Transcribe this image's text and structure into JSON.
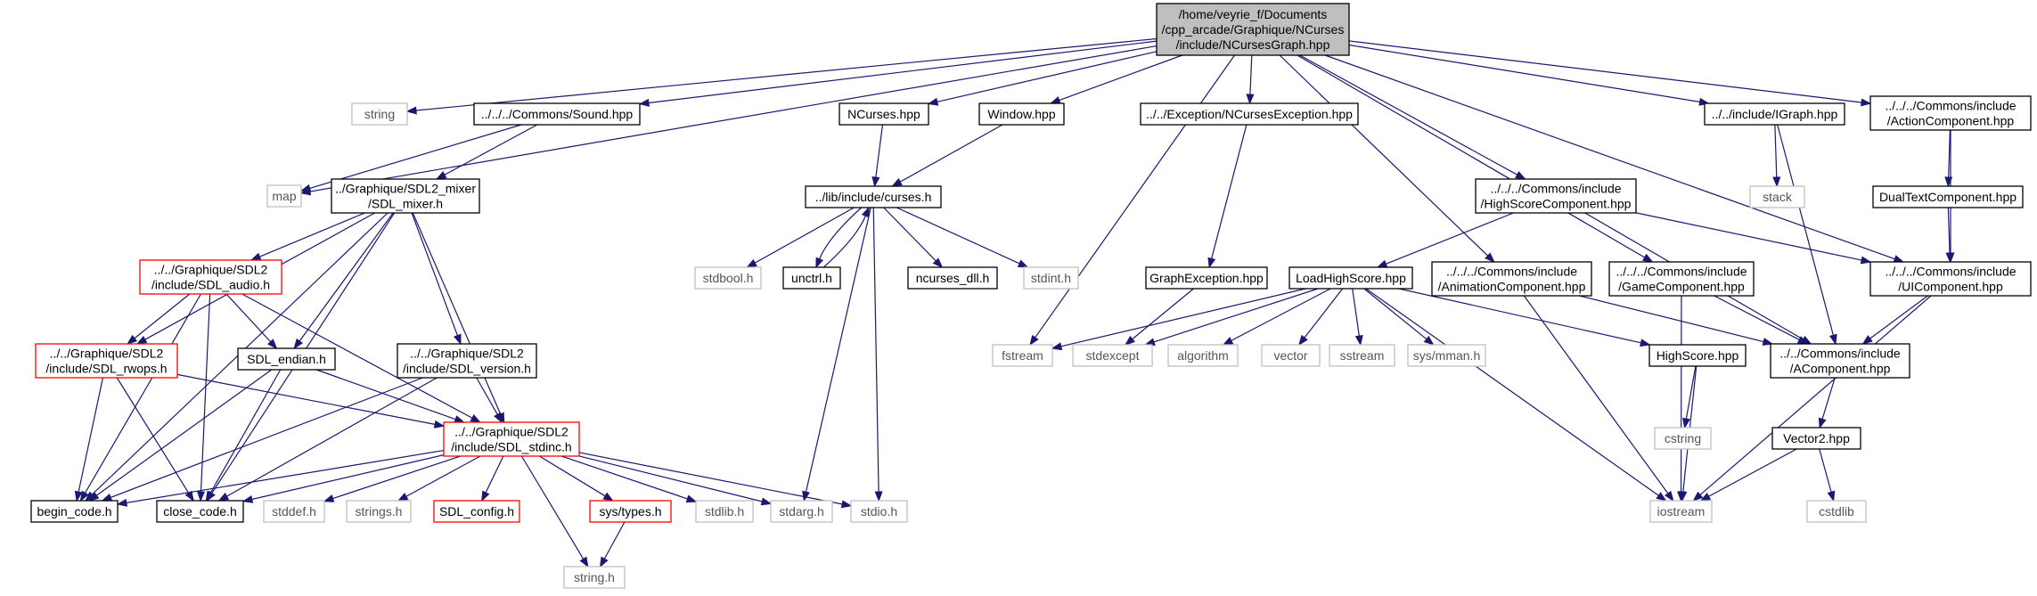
{
  "diagram": {
    "type": "include-dependency-graph",
    "colors": {
      "edge": "#191970",
      "root_fill": "#bfbfbf",
      "node_border": "#000000",
      "truncated_border": "#ff0000",
      "external_border": "#bfbfbf",
      "external_text": "#555555"
    },
    "nodes": [
      {
        "id": "root",
        "lines": [
          "/home/veyrie_f/Documents",
          "/cpp_arcade/Graphique/NCurses",
          "/include/NCursesGraph.hpp"
        ],
        "kind": "root"
      },
      {
        "id": "string",
        "lines": [
          "string"
        ],
        "kind": "external"
      },
      {
        "id": "sound",
        "lines": [
          "../../../Commons/Sound.hpp"
        ],
        "kind": "normal"
      },
      {
        "id": "map",
        "lines": [
          "map"
        ],
        "kind": "external"
      },
      {
        "id": "sdl_mixer",
        "lines": [
          "../Graphique/SDL2_mixer",
          "/SDL_mixer.h"
        ],
        "kind": "normal"
      },
      {
        "id": "sdl_audio",
        "lines": [
          "../../Graphique/SDL2",
          "/include/SDL_audio.h"
        ],
        "kind": "truncated"
      },
      {
        "id": "sdl_rwops",
        "lines": [
          "../../Graphique/SDL2",
          "/include/SDL_rwops.h"
        ],
        "kind": "truncated"
      },
      {
        "id": "sdl_endian",
        "lines": [
          "SDL_endian.h"
        ],
        "kind": "normal"
      },
      {
        "id": "sdl_version",
        "lines": [
          "../../Graphique/SDL2",
          "/include/SDL_version.h"
        ],
        "kind": "normal"
      },
      {
        "id": "sdl_stdinc",
        "lines": [
          "../../Graphique/SDL2",
          "/include/SDL_stdinc.h"
        ],
        "kind": "truncated"
      },
      {
        "id": "begin_code",
        "lines": [
          "begin_code.h"
        ],
        "kind": "normal"
      },
      {
        "id": "close_code",
        "lines": [
          "close_code.h"
        ],
        "kind": "normal"
      },
      {
        "id": "stddef",
        "lines": [
          "stddef.h"
        ],
        "kind": "external"
      },
      {
        "id": "strings",
        "lines": [
          "strings.h"
        ],
        "kind": "external"
      },
      {
        "id": "sdl_config",
        "lines": [
          "SDL_config.h"
        ],
        "kind": "truncated"
      },
      {
        "id": "sys_types",
        "lines": [
          "sys/types.h"
        ],
        "kind": "truncated"
      },
      {
        "id": "stdlib",
        "lines": [
          "stdlib.h"
        ],
        "kind": "external"
      },
      {
        "id": "stdarg",
        "lines": [
          "stdarg.h"
        ],
        "kind": "external"
      },
      {
        "id": "stdio",
        "lines": [
          "stdio.h"
        ],
        "kind": "external"
      },
      {
        "id": "string_h",
        "lines": [
          "string.h"
        ],
        "kind": "external"
      },
      {
        "id": "ncurses_hpp",
        "lines": [
          "NCurses.hpp"
        ],
        "kind": "normal"
      },
      {
        "id": "window_hpp",
        "lines": [
          "Window.hpp"
        ],
        "kind": "normal"
      },
      {
        "id": "curses_h",
        "lines": [
          "../lib/include/curses.h"
        ],
        "kind": "normal"
      },
      {
        "id": "stdbool",
        "lines": [
          "stdbool.h"
        ],
        "kind": "external"
      },
      {
        "id": "unctrl",
        "lines": [
          "unctrl.h"
        ],
        "kind": "normal"
      },
      {
        "id": "ncurses_dll",
        "lines": [
          "ncurses_dll.h"
        ],
        "kind": "normal"
      },
      {
        "id": "stdint",
        "lines": [
          "stdint.h"
        ],
        "kind": "external"
      },
      {
        "id": "ncurses_exc",
        "lines": [
          "../../Exception/NCursesException.hpp"
        ],
        "kind": "normal"
      },
      {
        "id": "graph_exc",
        "lines": [
          "GraphException.hpp"
        ],
        "kind": "normal"
      },
      {
        "id": "fstream",
        "lines": [
          "fstream"
        ],
        "kind": "external"
      },
      {
        "id": "stdexcept",
        "lines": [
          "stdexcept"
        ],
        "kind": "external"
      },
      {
        "id": "load_hs",
        "lines": [
          "LoadHighScore.hpp"
        ],
        "kind": "normal"
      },
      {
        "id": "algorithm",
        "lines": [
          "algorithm"
        ],
        "kind": "external"
      },
      {
        "id": "vector",
        "lines": [
          "vector"
        ],
        "kind": "external"
      },
      {
        "id": "sstream",
        "lines": [
          "sstream"
        ],
        "kind": "external"
      },
      {
        "id": "mman",
        "lines": [
          "sys/mman.h"
        ],
        "kind": "external"
      },
      {
        "id": "hs_comp",
        "lines": [
          "../../../Commons/include",
          "/HighScoreComponent.hpp"
        ],
        "kind": "normal"
      },
      {
        "id": "anim_comp",
        "lines": [
          "../../../Commons/include",
          "/AnimationComponent.hpp"
        ],
        "kind": "normal"
      },
      {
        "id": "game_comp",
        "lines": [
          "../../../Commons/include",
          "/GameComponent.hpp"
        ],
        "kind": "normal"
      },
      {
        "id": "highscore",
        "lines": [
          "HighScore.hpp"
        ],
        "kind": "normal"
      },
      {
        "id": "cstring",
        "lines": [
          "cstring"
        ],
        "kind": "external"
      },
      {
        "id": "iostream",
        "lines": [
          "iostream"
        ],
        "kind": "external"
      },
      {
        "id": "igraph",
        "lines": [
          "../../include/IGraph.hpp"
        ],
        "kind": "normal"
      },
      {
        "id": "stack",
        "lines": [
          "stack"
        ],
        "kind": "external"
      },
      {
        "id": "action_comp",
        "lines": [
          "../../../Commons/include",
          "/ActionComponent.hpp"
        ],
        "kind": "normal"
      },
      {
        "id": "dualtext",
        "lines": [
          "DualTextComponent.hpp"
        ],
        "kind": "normal"
      },
      {
        "id": "ui_comp",
        "lines": [
          "../../../Commons/include",
          "/UIComponent.hpp"
        ],
        "kind": "normal"
      },
      {
        "id": "acomp",
        "lines": [
          "../../Commons/include",
          "/AComponent.hpp"
        ],
        "kind": "normal"
      },
      {
        "id": "vector2",
        "lines": [
          "Vector2.hpp"
        ],
        "kind": "normal"
      },
      {
        "id": "cstdlib",
        "lines": [
          "cstdlib"
        ],
        "kind": "external"
      }
    ],
    "edges": [
      [
        "root",
        "string"
      ],
      [
        "root",
        "map"
      ],
      [
        "root",
        "sound"
      ],
      [
        "root",
        "ncurses_hpp"
      ],
      [
        "root",
        "window_hpp"
      ],
      [
        "root",
        "fstream"
      ],
      [
        "root",
        "ncurses_exc"
      ],
      [
        "root",
        "anim_comp"
      ],
      [
        "root",
        "hs_comp"
      ],
      [
        "root",
        "game_comp"
      ],
      [
        "root",
        "igraph"
      ],
      [
        "root",
        "action_comp"
      ],
      [
        "root",
        "ui_comp"
      ],
      [
        "sound",
        "map"
      ],
      [
        "sound",
        "sdl_mixer"
      ],
      [
        "sdl_mixer",
        "begin_code"
      ],
      [
        "sdl_mixer",
        "sdl_rwops"
      ],
      [
        "sdl_mixer",
        "sdl_audio"
      ],
      [
        "sdl_mixer",
        "sdl_endian"
      ],
      [
        "sdl_mixer",
        "close_code"
      ],
      [
        "sdl_mixer",
        "sdl_version"
      ],
      [
        "sdl_mixer",
        "sdl_stdinc"
      ],
      [
        "sdl_audio",
        "sdl_rwops"
      ],
      [
        "sdl_audio",
        "sdl_endian"
      ],
      [
        "sdl_audio",
        "close_code"
      ],
      [
        "sdl_audio",
        "begin_code"
      ],
      [
        "sdl_audio",
        "sdl_stdinc"
      ],
      [
        "sdl_rwops",
        "begin_code"
      ],
      [
        "sdl_rwops",
        "close_code"
      ],
      [
        "sdl_rwops",
        "sdl_stdinc"
      ],
      [
        "sdl_endian",
        "begin_code"
      ],
      [
        "sdl_endian",
        "close_code"
      ],
      [
        "sdl_endian",
        "sdl_stdinc"
      ],
      [
        "sdl_version",
        "begin_code"
      ],
      [
        "sdl_version",
        "close_code"
      ],
      [
        "sdl_version",
        "sdl_stdinc"
      ],
      [
        "sdl_stdinc",
        "begin_code"
      ],
      [
        "sdl_stdinc",
        "close_code"
      ],
      [
        "sdl_stdinc",
        "stddef"
      ],
      [
        "sdl_stdinc",
        "strings"
      ],
      [
        "sdl_stdinc",
        "sdl_config"
      ],
      [
        "sdl_stdinc",
        "sys_types"
      ],
      [
        "sdl_stdinc",
        "stdlib"
      ],
      [
        "sdl_stdinc",
        "stdarg"
      ],
      [
        "sdl_stdinc",
        "stdio"
      ],
      [
        "sdl_stdinc",
        "string_h"
      ],
      [
        "sys_types",
        "string_h"
      ],
      [
        "ncurses_hpp",
        "curses_h"
      ],
      [
        "window_hpp",
        "curses_h"
      ],
      [
        "curses_h",
        "stdbool"
      ],
      [
        "curses_h",
        "unctrl"
      ],
      [
        "curses_h",
        "ncurses_dll"
      ],
      [
        "curses_h",
        "stdint"
      ],
      [
        "curses_h",
        "stdarg"
      ],
      [
        "curses_h",
        "stdio"
      ],
      [
        "unctrl",
        "curses_h"
      ],
      [
        "ncurses_exc",
        "graph_exc"
      ],
      [
        "graph_exc",
        "stdexcept"
      ],
      [
        "hs_comp",
        "load_hs"
      ],
      [
        "hs_comp",
        "acomp"
      ],
      [
        "hs_comp",
        "ui_comp"
      ],
      [
        "load_hs",
        "fstream"
      ],
      [
        "load_hs",
        "stdexcept"
      ],
      [
        "load_hs",
        "algorithm"
      ],
      [
        "load_hs",
        "vector"
      ],
      [
        "load_hs",
        "sstream"
      ],
      [
        "load_hs",
        "mman"
      ],
      [
        "load_hs",
        "highscore"
      ],
      [
        "load_hs",
        "iostream"
      ],
      [
        "anim_comp",
        "acomp"
      ],
      [
        "anim_comp",
        "iostream"
      ],
      [
        "game_comp",
        "acomp"
      ],
      [
        "game_comp",
        "iostream"
      ],
      [
        "highscore",
        "cstring"
      ],
      [
        "highscore",
        "iostream"
      ],
      [
        "igraph",
        "stack"
      ],
      [
        "igraph",
        "acomp"
      ],
      [
        "action_comp",
        "dualtext"
      ],
      [
        "action_comp",
        "ui_comp"
      ],
      [
        "dualtext",
        "ui_comp"
      ],
      [
        "ui_comp",
        "acomp"
      ],
      [
        "ui_comp",
        "iostream"
      ],
      [
        "acomp",
        "vector2"
      ],
      [
        "vector2",
        "iostream"
      ],
      [
        "vector2",
        "cstdlib"
      ]
    ]
  }
}
